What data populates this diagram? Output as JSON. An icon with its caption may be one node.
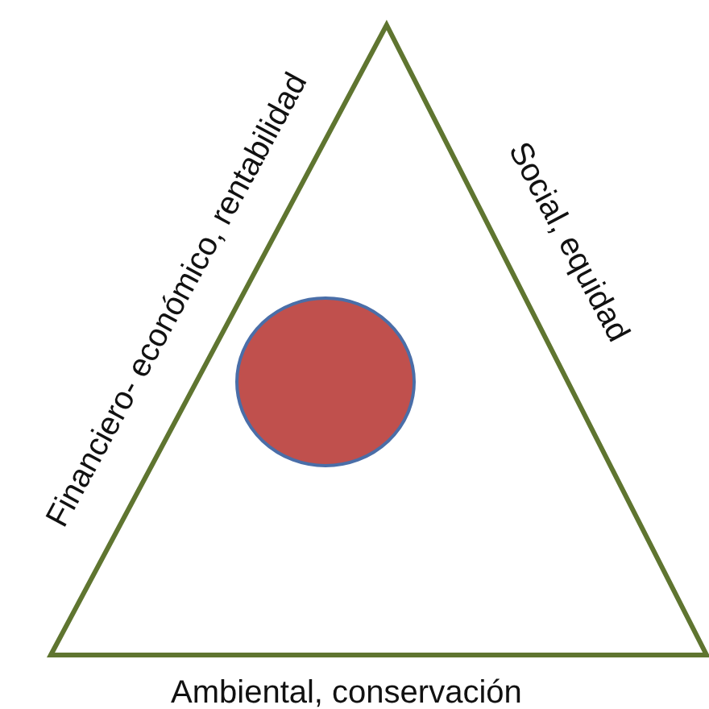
{
  "diagram": {
    "nodes": [
      {
        "text": [],
        "shape": "triangle"
      },
      {
        "text": [],
        "shape": "circle",
        "in": 0
      }
    ],
    "labels": [
      "Financiero- económico, rentabilidad",
      "Social, equidad",
      "Ambiental, conservación"
    ]
  }
}
